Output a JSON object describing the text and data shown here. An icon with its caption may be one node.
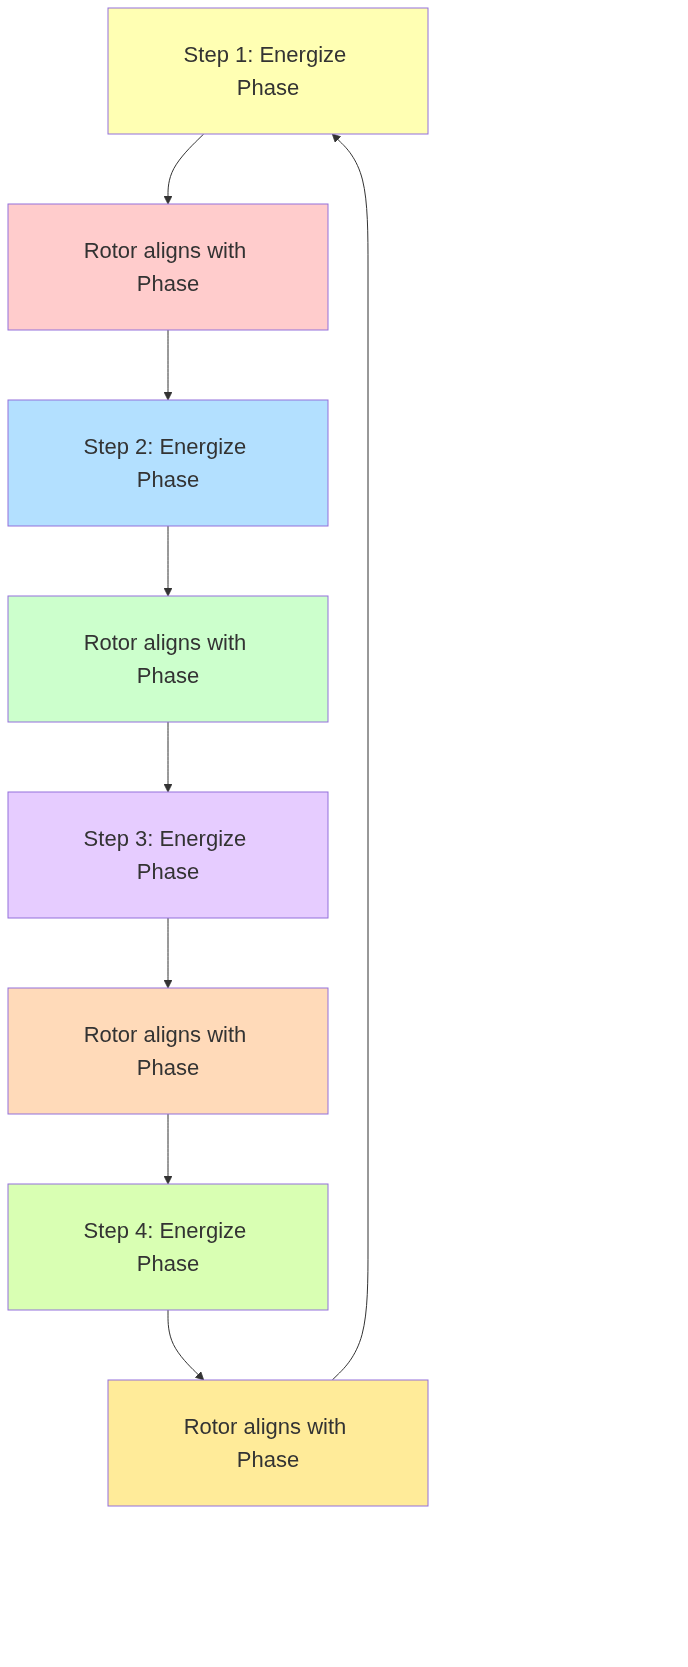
{
  "diagram": {
    "nodes": [
      {
        "text": [
          "Step 1: Energize Phase"
        ]
      },
      {
        "text": [
          "Rotor aligns with Phase"
        ]
      },
      {
        "text": [
          "Step 2: Energize Phase"
        ]
      },
      {
        "text": [
          "Rotor aligns with Phase"
        ]
      },
      {
        "text": [
          "Step 3: Energize Phase"
        ]
      },
      {
        "text": [
          "Rotor aligns with Phase"
        ]
      },
      {
        "text": [
          "Step 4: Energize Phase"
        ]
      },
      {
        "text": [
          "Rotor aligns with Phase"
        ]
      }
    ],
    "edges": [
      {
        "from": 0,
        "to": 1,
        "arrow": "to"
      },
      {
        "from": 1,
        "to": 2,
        "arrow": "to"
      },
      {
        "from": 2,
        "to": 3,
        "arrow": "to"
      },
      {
        "from": 3,
        "to": 4,
        "arrow": "to"
      },
      {
        "from": 4,
        "to": 5,
        "arrow": "to"
      },
      {
        "from": 5,
        "to": 6,
        "arrow": "to"
      },
      {
        "from": 6,
        "to": 7,
        "arrow": "to"
      },
      {
        "from": 7,
        "to": 0,
        "arrow": "to"
      }
    ]
  }
}
